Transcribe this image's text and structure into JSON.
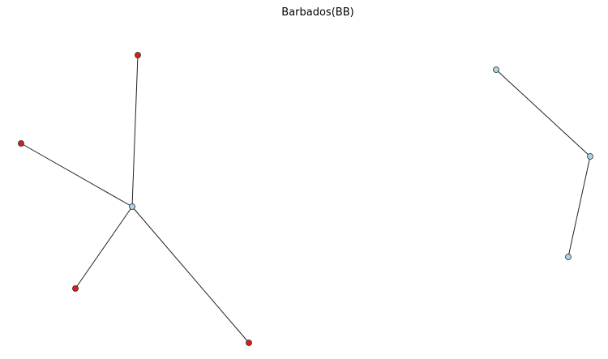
{
  "title": "Barbados(BB)",
  "colors": {
    "red_node": "#d91e1e",
    "blue_node": "#a8d8e6",
    "edge": "#222222",
    "node_stroke": "#222222"
  },
  "graph": {
    "nodes": [
      {
        "id": "hub-left",
        "group": "blue"
      },
      {
        "id": "leaf-top",
        "group": "red"
      },
      {
        "id": "leaf-left",
        "group": "red"
      },
      {
        "id": "leaf-bottom-left",
        "group": "red"
      },
      {
        "id": "leaf-bottom-right",
        "group": "red"
      },
      {
        "id": "node-right-top",
        "group": "blue"
      },
      {
        "id": "node-right-mid",
        "group": "blue"
      },
      {
        "id": "node-right-bottom",
        "group": "blue"
      }
    ],
    "edges": [
      {
        "source": "hub-left",
        "target": "leaf-top"
      },
      {
        "source": "hub-left",
        "target": "leaf-left"
      },
      {
        "source": "hub-left",
        "target": "leaf-bottom-left"
      },
      {
        "source": "hub-left",
        "target": "leaf-bottom-right"
      },
      {
        "source": "node-right-top",
        "target": "node-right-mid"
      },
      {
        "source": "node-right-mid",
        "target": "node-right-bottom"
      }
    ]
  }
}
